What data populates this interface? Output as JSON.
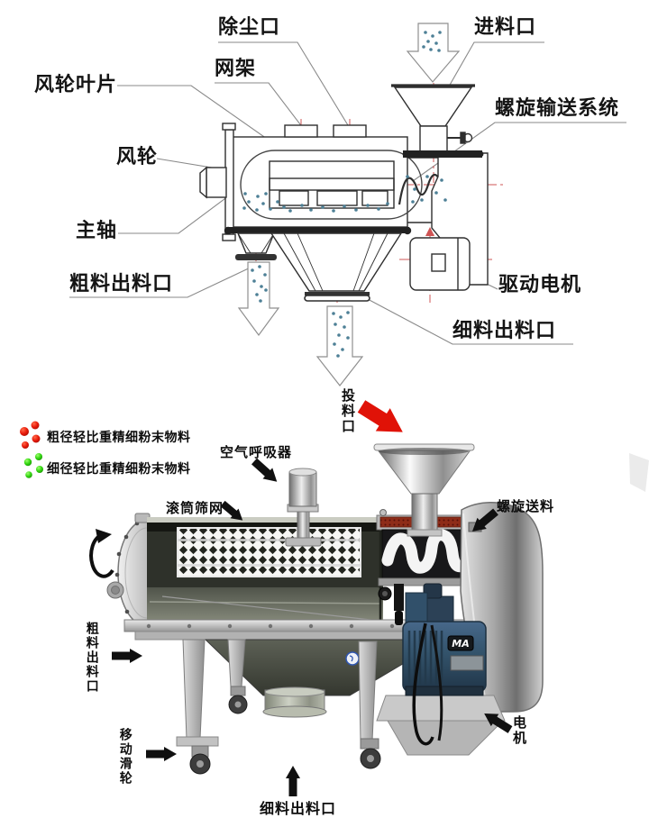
{
  "diagram": {
    "labels": {
      "wind_wheel_blade": "风轮叶片",
      "mesh_frame": "网架",
      "dust_port": "除尘口",
      "feed_inlet": "进料口",
      "screw_conveyor_system": "螺旋输送系统",
      "wind_wheel": "风轮",
      "main_shaft": "主轴",
      "coarse_outlet": "粗料出料口",
      "drive_motor": "驱动电机",
      "fine_outlet": "细料出料口"
    },
    "colors": {
      "line": "#2f2f2f",
      "leader": "#8a8a8a",
      "centerline_red": "#cf5454",
      "particle_teal": "#4d8096"
    }
  },
  "photo": {
    "legend": {
      "coarse": {
        "label": "粗径轻比重精细粉末物料",
        "dot_color": "#e8190a"
      },
      "fine": {
        "label": "细径轻比重精细粉末物料",
        "dot_color": "#2fd40e"
      }
    },
    "labels": {
      "feed_port": "投料口",
      "air_breather": "空气呼吸器",
      "drum_screen": "滚筒筛网",
      "screw_feeding": "螺旋送料",
      "coarse_outlet": "粗料出料口",
      "moving_casters": "移动滑轮",
      "fine_outlet": "细料出料口",
      "motor": "电机",
      "motor_badge": "MA"
    },
    "colors": {
      "feed_arrow_red": "#e01207",
      "label_arrow_black": "#101010",
      "motor_blue": "#33536b"
    }
  }
}
